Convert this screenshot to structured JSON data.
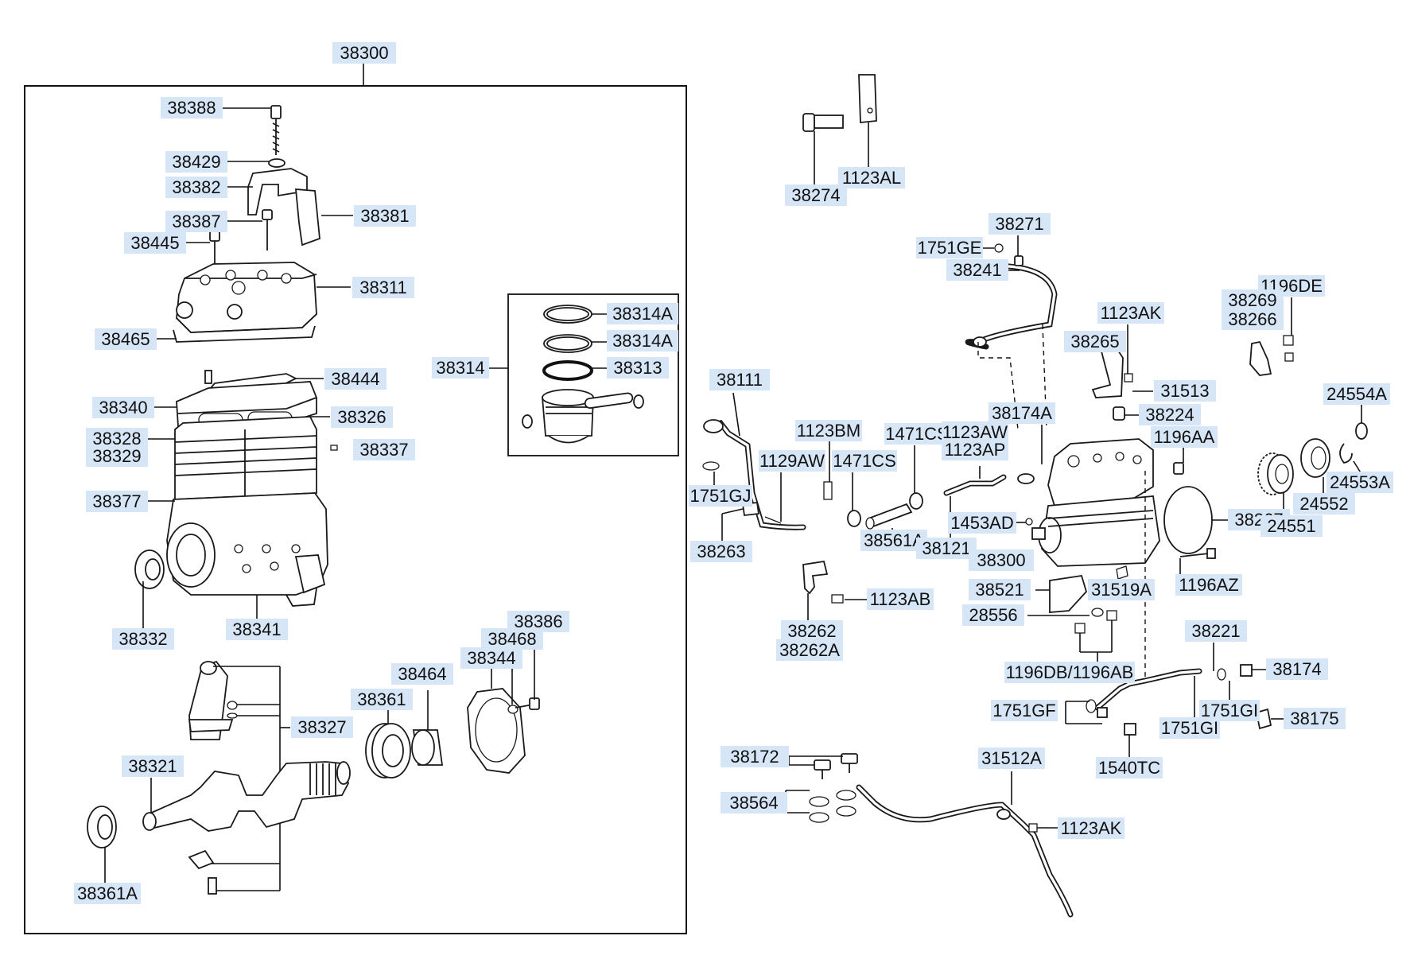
{
  "diagram": {
    "labels": [
      {
        "id": "38300",
        "text": "38300"
      },
      {
        "id": "38388",
        "text": "38388"
      },
      {
        "id": "38429",
        "text": "38429"
      },
      {
        "id": "38382",
        "text": "38382"
      },
      {
        "id": "38381",
        "text": "38381"
      },
      {
        "id": "38387",
        "text": "38387"
      },
      {
        "id": "38445",
        "text": "38445"
      },
      {
        "id": "38311",
        "text": "38311"
      },
      {
        "id": "38465",
        "text": "38465"
      },
      {
        "id": "38444",
        "text": "38444"
      },
      {
        "id": "38340",
        "text": "38340"
      },
      {
        "id": "38326",
        "text": "38326"
      },
      {
        "id": "38328",
        "text": "38328"
      },
      {
        "id": "38329",
        "text": "38329"
      },
      {
        "id": "38337",
        "text": "38337"
      },
      {
        "id": "38377",
        "text": "38377"
      },
      {
        "id": "38332",
        "text": "38332"
      },
      {
        "id": "38341",
        "text": "38341"
      },
      {
        "id": "38314A-1",
        "text": "38314A"
      },
      {
        "id": "38314A-2",
        "text": "38314A"
      },
      {
        "id": "38313",
        "text": "38313"
      },
      {
        "id": "38314",
        "text": "38314"
      },
      {
        "id": "38386",
        "text": "38386"
      },
      {
        "id": "38468",
        "text": "38468"
      },
      {
        "id": "38344",
        "text": "38344"
      },
      {
        "id": "38464",
        "text": "38464"
      },
      {
        "id": "38361",
        "text": "38361"
      },
      {
        "id": "38327",
        "text": "38327"
      },
      {
        "id": "38321",
        "text": "38321"
      },
      {
        "id": "38361A",
        "text": "38361A"
      },
      {
        "id": "38274",
        "text": "38274"
      },
      {
        "id": "1123AL",
        "text": "1123AL"
      },
      {
        "id": "38271",
        "text": "38271"
      },
      {
        "id": "1751GE",
        "text": "1751GE"
      },
      {
        "id": "38241",
        "text": "38241"
      },
      {
        "id": "1123AK-top",
        "text": "1123AK"
      },
      {
        "id": "38265",
        "text": "38265"
      },
      {
        "id": "31513",
        "text": "31513"
      },
      {
        "id": "38174A",
        "text": "38174A"
      },
      {
        "id": "38224",
        "text": "38224"
      },
      {
        "id": "1196DE",
        "text": "1196DE"
      },
      {
        "id": "38269",
        "text": "38269"
      },
      {
        "id": "38266",
        "text": "38266"
      },
      {
        "id": "24554A",
        "text": "24554A"
      },
      {
        "id": "1196AA",
        "text": "1196AA"
      },
      {
        "id": "24553A",
        "text": "24553A"
      },
      {
        "id": "24552",
        "text": "24552"
      },
      {
        "id": "38267",
        "text": "38267"
      },
      {
        "id": "24551",
        "text": "24551"
      },
      {
        "id": "38111",
        "text": "38111"
      },
      {
        "id": "1123BM",
        "text": "1123BM"
      },
      {
        "id": "1471CS-1",
        "text": "1471CS"
      },
      {
        "id": "1123AW",
        "text": "1123AW"
      },
      {
        "id": "1123AP",
        "text": "1123AP"
      },
      {
        "id": "1129AW",
        "text": "1129AW"
      },
      {
        "id": "1471CS-2",
        "text": "1471CS"
      },
      {
        "id": "1751GJ",
        "text": "1751GJ"
      },
      {
        "id": "38263",
        "text": "38263"
      },
      {
        "id": "1453AD",
        "text": "1453AD"
      },
      {
        "id": "38561A",
        "text": "38561A"
      },
      {
        "id": "38121",
        "text": "38121"
      },
      {
        "id": "38300-r",
        "text": "38300"
      },
      {
        "id": "1196AZ",
        "text": "1196AZ"
      },
      {
        "id": "38521",
        "text": "38521"
      },
      {
        "id": "31519A",
        "text": "31519A"
      },
      {
        "id": "1123AB",
        "text": "1123AB"
      },
      {
        "id": "38262",
        "text": "38262"
      },
      {
        "id": "38262A",
        "text": "38262A"
      },
      {
        "id": "28556",
        "text": "28556"
      },
      {
        "id": "1196DB",
        "text": "1196DB/1196AB"
      },
      {
        "id": "38221",
        "text": "38221"
      },
      {
        "id": "38174",
        "text": "38174"
      },
      {
        "id": "1751GF",
        "text": "1751GF"
      },
      {
        "id": "1751GI-1",
        "text": "1751GI"
      },
      {
        "id": "38175",
        "text": "38175"
      },
      {
        "id": "1751GI-2",
        "text": "1751GI"
      },
      {
        "id": "38172",
        "text": "38172"
      },
      {
        "id": "31512A",
        "text": "31512A"
      },
      {
        "id": "1540TC",
        "text": "1540TC"
      },
      {
        "id": "38564",
        "text": "38564"
      },
      {
        "id": "1123AK-bot",
        "text": "1123AK"
      }
    ]
  }
}
